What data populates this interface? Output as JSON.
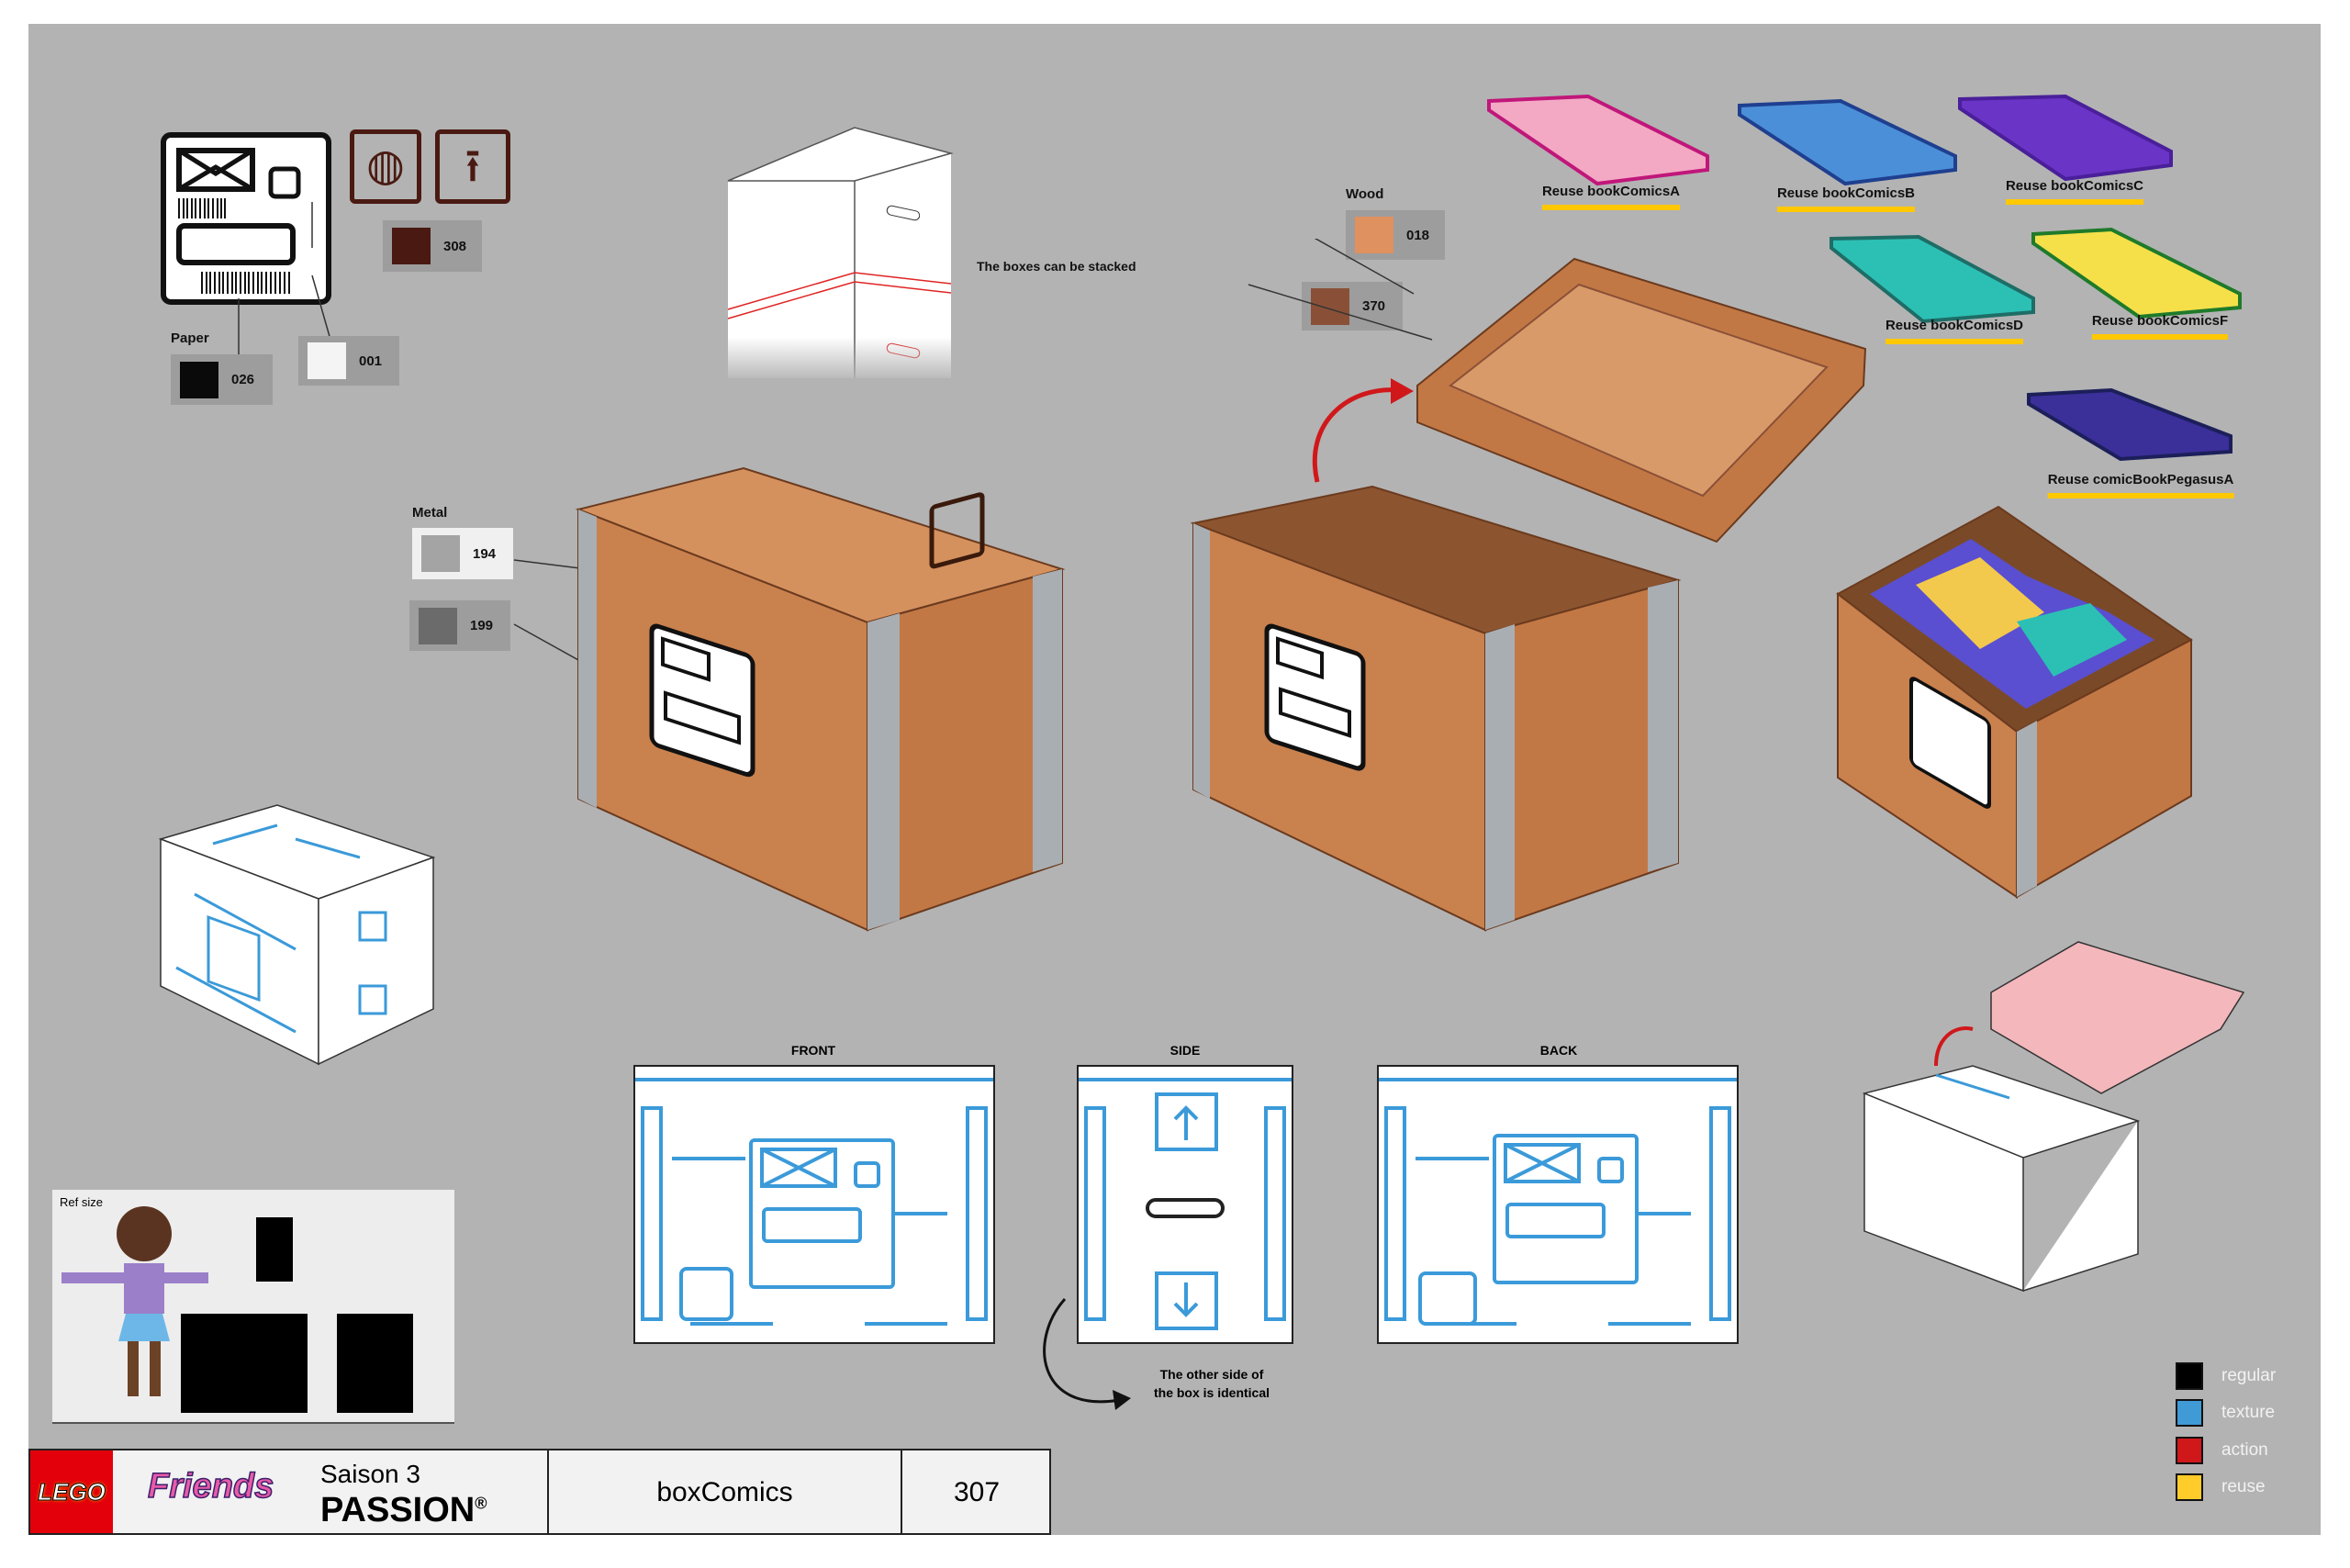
{
  "colors": {
    "wood": "#c9814e",
    "wood_dark": "#9a5a32",
    "metal": "#a9aeb3",
    "sketch_blue": "#3b9ad9",
    "reuse": "#ffc800",
    "action": "#d0181b",
    "lego_red": "#e3000b"
  },
  "paper": {
    "label": "Paper",
    "swatches": [
      {
        "code": "026",
        "color": "#0a0a0a"
      },
      {
        "code": "001",
        "color": "#f4f4f4"
      }
    ],
    "icon_swatch": {
      "code": "308",
      "color": "#4a1a12"
    }
  },
  "wood": {
    "label": "Wood",
    "swatches": [
      {
        "code": "018",
        "color": "#df9160"
      },
      {
        "code": "370",
        "color": "#8a5037"
      }
    ]
  },
  "metal": {
    "label": "Metal",
    "swatches": [
      {
        "code": "194",
        "color": "#a4a4a4"
      },
      {
        "code": "199",
        "color": "#6b6b6b"
      }
    ]
  },
  "stack_note": "The boxes can be stacked",
  "books": [
    {
      "label": "Reuse bookComicsA",
      "cover": "#f3a9c4",
      "spine": "#c0177a"
    },
    {
      "label": "Reuse bookComicsB",
      "cover": "#4b8fd8",
      "spine": "#1f3f8f"
    },
    {
      "label": "Reuse bookComicsC",
      "cover": "#6a34c6",
      "spine": "#4a1f9a"
    },
    {
      "label": "Reuse bookComicsD",
      "cover": "#2cc0b5",
      "spine": "#1e6d66"
    },
    {
      "label": "Reuse bookComicsF",
      "cover": "#f5e04a",
      "spine": "#1f7a2a"
    },
    {
      "label": "Reuse comicBookPegasusA",
      "cover": "#3b2f9a",
      "spine": "#1c1f5a"
    }
  ],
  "views": {
    "front": "FRONT",
    "side": "SIDE",
    "back": "BACK"
  },
  "other_side_note": [
    "The other side of",
    "the box is identical"
  ],
  "ref": {
    "label": "Ref size"
  },
  "legend": [
    {
      "label": "regular",
      "color": "#000000"
    },
    {
      "label": "texture",
      "color": "#3f9ad6"
    },
    {
      "label": "action",
      "color": "#d0181b"
    },
    {
      "label": "reuse",
      "color": "#ffcc29"
    }
  ],
  "title_block": {
    "brand": "LEGO",
    "line": "Friends",
    "season": "Saison 3",
    "theme": "PASSION",
    "registered": "®",
    "asset": "boxComics",
    "number": "307"
  }
}
